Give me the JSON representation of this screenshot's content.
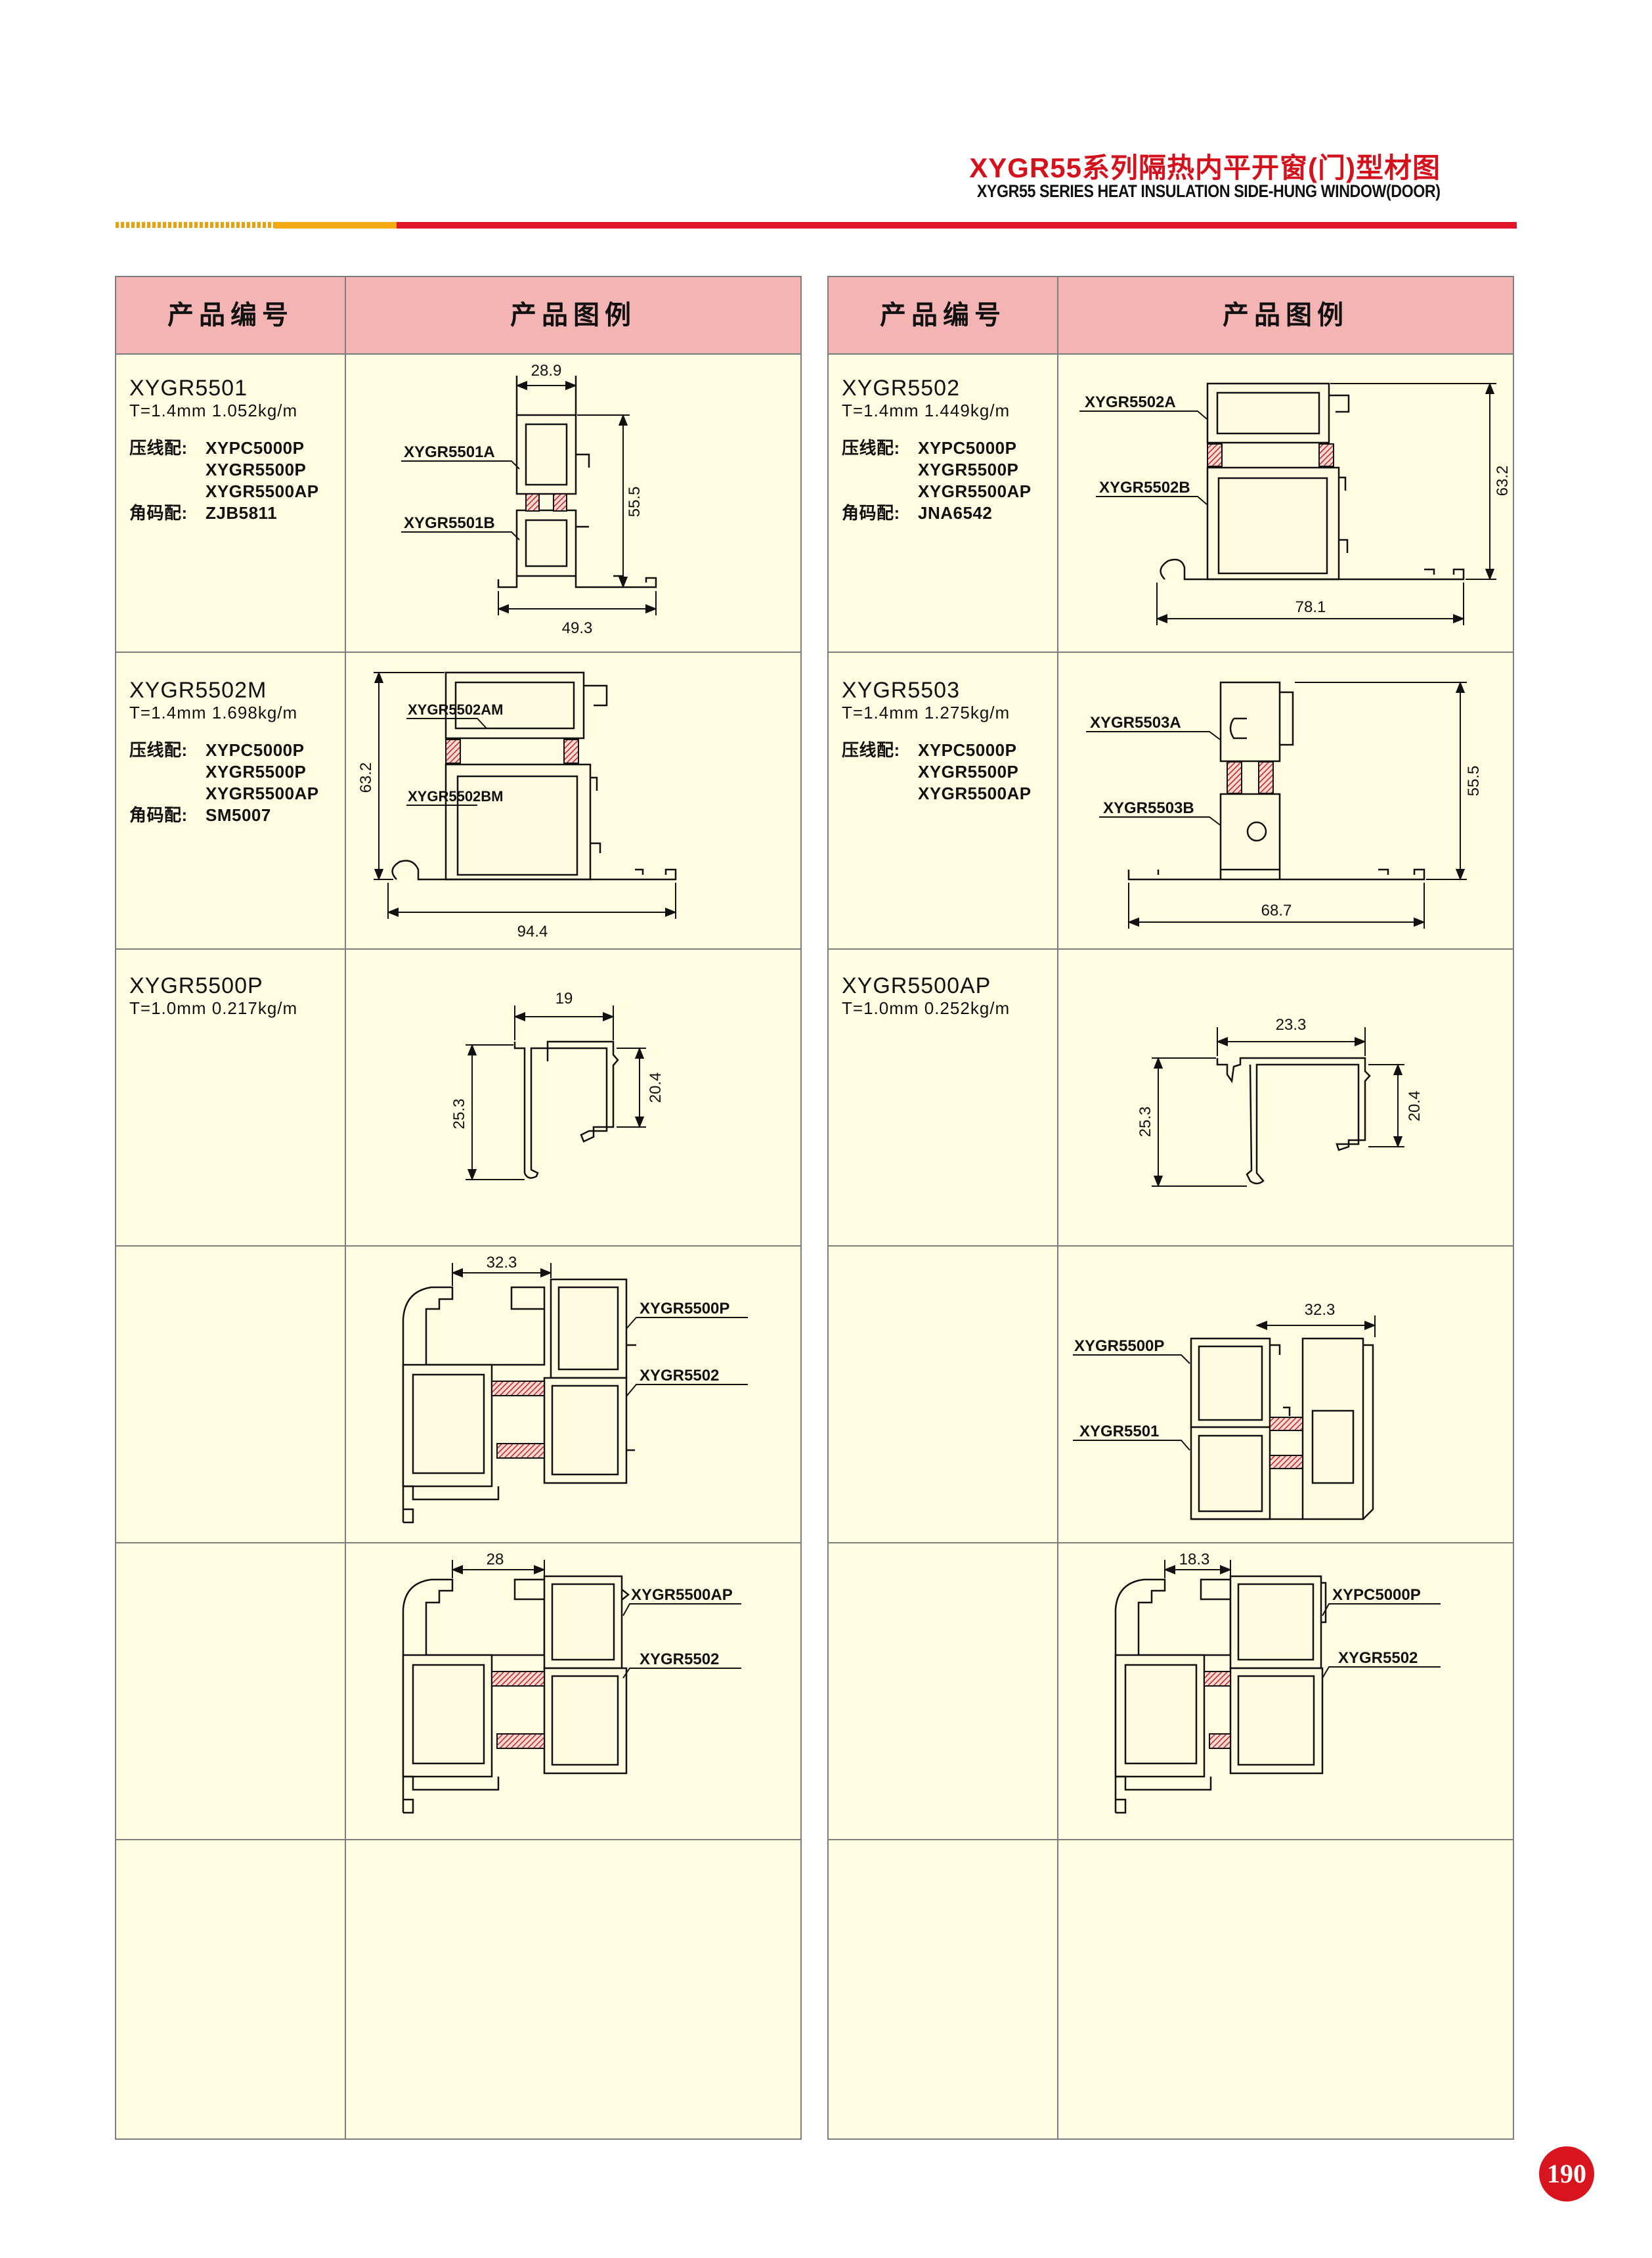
{
  "header": {
    "title": "XYGR55系列隔热内平开窗(门)型材图",
    "subtitle": "XYGR55 SERIES HEAT INSULATION SIDE-HUNG WINDOW(DOOR)"
  },
  "table": {
    "col_code": "产品编号",
    "col_figure": "产品图例"
  },
  "products": {
    "p5501": {
      "code": "XYGR5501",
      "spec": "T=1.4mm   1.052kg/m",
      "press_label": "压线配:",
      "press": [
        "XYPC5000P",
        "XYGR5500P",
        "XYGR5500AP"
      ],
      "corner_label": "角码配:",
      "corner": "ZJB5811",
      "fig": {
        "dim_top": "28.9",
        "dim_height": "55.5",
        "dim_bottom": "49.3",
        "label_a": "XYGR5501A",
        "label_b": "XYGR5501B"
      }
    },
    "p5502": {
      "code": "XYGR5502",
      "spec": "T=1.4mm   1.449kg/m",
      "press_label": "压线配:",
      "press": [
        "XYPC5000P",
        "XYGR5500P",
        "XYGR5500AP"
      ],
      "corner_label": "角码配:",
      "corner": "JNA6542",
      "fig": {
        "dim_height": "63.2",
        "dim_bottom": "78.1",
        "label_a": "XYGR5502A",
        "label_b": "XYGR5502B"
      }
    },
    "p5502m": {
      "code": "XYGR5502M",
      "spec": "T=1.4mm   1.698kg/m",
      "press_label": "压线配:",
      "press": [
        "XYPC5000P",
        "XYGR5500P",
        "XYGR5500AP"
      ],
      "corner_label": "角码配:",
      "corner": "SM5007",
      "fig": {
        "dim_height": "63.2",
        "dim_bottom": "94.4",
        "label_a": "XYGR5502AM",
        "label_b": "XYGR5502BM"
      }
    },
    "p5503": {
      "code": "XYGR5503",
      "spec": "T=1.4mm   1.275kg/m",
      "press_label": "压线配:",
      "press": [
        "XYPC5000P",
        "XYGR5500P",
        "XYGR5500AP"
      ],
      "fig": {
        "dim_height": "55.5",
        "dim_bottom": "68.7",
        "label_a": "XYGR5503A",
        "label_b": "XYGR5503B"
      }
    },
    "p5500p": {
      "code": "XYGR5500P",
      "spec": "T=1.0mm   0.217kg/m",
      "fig": {
        "dim_top": "19",
        "dim_left": "25.3",
        "dim_right": "20.4"
      }
    },
    "p5500ap": {
      "code": "XYGR5500AP",
      "spec": "T=1.0mm   0.252kg/m",
      "fig": {
        "dim_top": "23.3",
        "dim_left": "25.3",
        "dim_right": "20.4"
      }
    }
  },
  "assemblies": {
    "a1": {
      "dim_top": "32.3",
      "label_1": "XYGR5500P",
      "label_2": "XYGR5502"
    },
    "a2": {
      "dim_top": "32.3",
      "label_1": "XYGR5500P",
      "label_2": "XYGR5501"
    },
    "a3": {
      "dim_top": "28",
      "label_1": "XYGR5500AP",
      "label_2": "XYGR5502"
    },
    "a4": {
      "dim_top": "18.3",
      "label_1": "XYPC5000P",
      "label_2": "XYGR5502"
    }
  },
  "page_number": "190",
  "colors": {
    "title_red": "#d4121d",
    "rule_red": "#e0162b",
    "rule_yellow": "#f3aa12",
    "header_pink": "#f3b4b3",
    "cell_cream": "#fffce1",
    "hatch_red": "#c0202a"
  }
}
